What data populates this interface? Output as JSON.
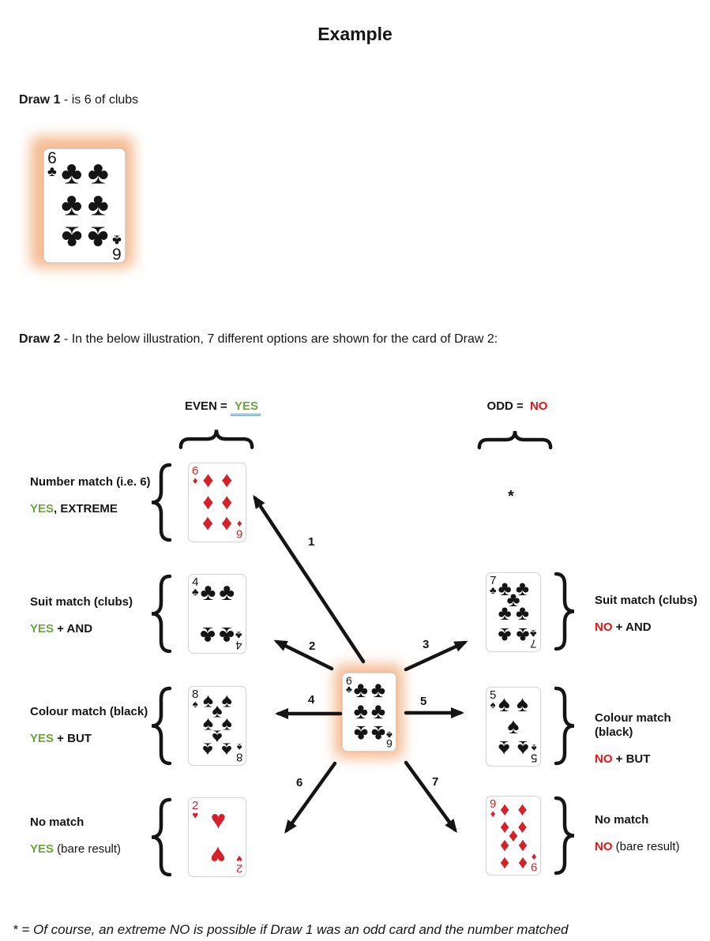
{
  "title": "Example",
  "draw1": {
    "bold": "Draw 1",
    "text": " - is 6 of clubs",
    "card": {
      "rank": "6",
      "suit": "club"
    }
  },
  "draw2": {
    "bold": "Draw 2",
    "text": " - In the below illustration, 7 different options are shown for the card of Draw 2:"
  },
  "headers": {
    "even": {
      "prefix": "EVEN = ",
      "value": "YES"
    },
    "odd": {
      "prefix": "ODD = ",
      "value": "NO"
    }
  },
  "left_options": [
    {
      "line1": "Number match (i.e. 6)",
      "result": "YES",
      "rest": ", EXTREME",
      "card": {
        "rank": "6",
        "suit": "diamond"
      }
    },
    {
      "line1": "Suit match (clubs)",
      "result": "YES",
      "rest": " + AND",
      "card": {
        "rank": "4",
        "suit": "club"
      }
    },
    {
      "line1": "Colour match (black)",
      "result": "YES",
      "rest": " + BUT",
      "card": {
        "rank": "8",
        "suit": "spade"
      }
    },
    {
      "line1": "No match",
      "result": "YES",
      "rest": " (bare result)",
      "card": {
        "rank": "2",
        "suit": "heart"
      }
    }
  ],
  "right_options": [
    {
      "line1": "Suit match (clubs)",
      "result": "NO",
      "rest": " + AND",
      "card": {
        "rank": "7",
        "suit": "club"
      }
    },
    {
      "line1": "Colour match (black)",
      "result": "NO",
      "rest": " + BUT",
      "card": {
        "rank": "5",
        "suit": "spade"
      }
    },
    {
      "line1": "No match",
      "result": "NO",
      "rest": " (bare result)",
      "card": {
        "rank": "9",
        "suit": "diamond"
      }
    }
  ],
  "asterisk": "*",
  "center_card": {
    "rank": "6",
    "suit": "club"
  },
  "arrow_labels": [
    "1",
    "2",
    "3",
    "4",
    "5",
    "6",
    "7"
  ],
  "footnote": "* = Of course, an extreme NO is possible if Draw 1 was an odd card and the number matched",
  "colors": {
    "yes_green": "#6aa63c",
    "no_red": "#ee1111",
    "red_suit": "#d4222a",
    "black_suit": "#151515",
    "glow": "#f5bd95",
    "underline_blue": "#6b9bd2"
  }
}
